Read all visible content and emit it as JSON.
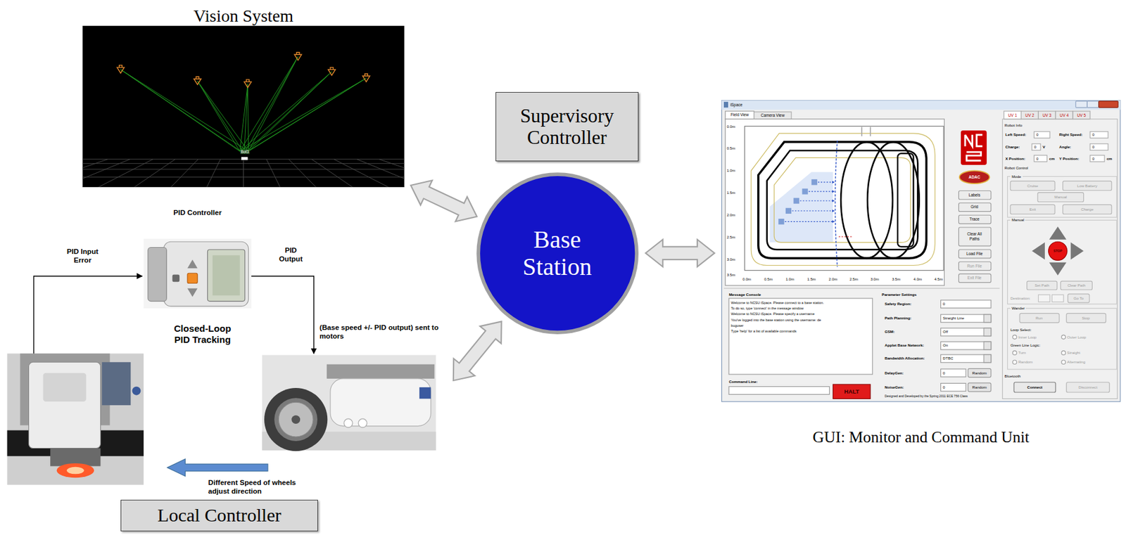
{
  "diagram": {
    "nodes": [
      {
        "text": [
          "Vision System"
        ]
      },
      {
        "text": [
          "Supervisory Controller"
        ]
      },
      {
        "text": [
          "Base Station"
        ]
      },
      {
        "text": [
          "GUI: Monitor and Command Unit"
        ]
      },
      {
        "text": [
          "Local Controller"
        ]
      }
    ],
    "edges": [
      {
        "from": 0,
        "to": 2,
        "arrow": "both"
      },
      {
        "from": 2,
        "to": 3,
        "arrow": "both"
      },
      {
        "from": 2,
        "to": 4,
        "arrow": "both"
      }
    ],
    "labels": [
      "Bot3",
      "PID Controller",
      "PID Input Error",
      "PID Output",
      "Closed-Loop PID Tracking",
      "(Base speed +/- PID output) sent to motors",
      "Different Speed of wheels adjust direction",
      "iSpace",
      "Field View",
      "Camera View",
      "0.0m",
      "0.5m",
      "1.0m",
      "1.5m",
      "2.0m",
      "2.5m",
      "3.0m",
      "3.5m",
      "0.0m",
      "0.5m",
      "1.0m",
      "1.5m",
      "2.0m",
      "2.5m",
      "3.0m",
      "3.5m",
      "4.0m",
      "4.5m",
      "ADAC",
      "Labels",
      "Grid",
      "Trace",
      "Clear All Paths",
      "Load File",
      "Run File",
      "Exit File",
      "UV 1",
      "UV 2",
      "UV 3",
      "UV 4",
      "UV 5",
      "Robot Info",
      "Left Speed:",
      "0",
      "Right Speed:",
      "0",
      "Charge:",
      "0",
      "V",
      "Angle:",
      "0",
      "X Position:",
      "0",
      "cm",
      "Y Position:",
      "0",
      "cm",
      "Robot Control",
      "Mode",
      "Cruise",
      "Low Battery",
      "Manual",
      "Exit",
      "Charge",
      "Manual",
      "STOP",
      "Set Path",
      "Clear Path",
      "Destination:",
      "Go To",
      "Wander",
      "Run",
      "Stop",
      "Loop Select:",
      "Inner Loop",
      "Outer Loop",
      "Green Line Logic:",
      "Turn",
      "Straight",
      "Random",
      "Alternating",
      "Bluetooth",
      "Connect",
      "Disconnect",
      "Message Console",
      "Welcome to NCSU iSpace. Please connect to a base station.",
      "To do so, type 'connect' in the message window",
      "Welcome to NCSU iSpace. Please specify a username",
      "You've logged into the base station using the username: de",
      "buguser",
      "Type 'help' for a list of available commands",
      "Command Line:",
      "HALT",
      "Parameter Settings",
      "Safety Region:",
      "0",
      "Path Planning:",
      "Straight Line",
      "GSM:",
      "Off",
      "Applet Base Network:",
      "On",
      "Bandwidth Allocation:",
      "DTBC",
      "DelayGen:",
      "0",
      "Random",
      "NoiseGen:",
      "0",
      "Random",
      "Designed and Developed by the Spring 2011 ECE 756 Class"
    ]
  }
}
